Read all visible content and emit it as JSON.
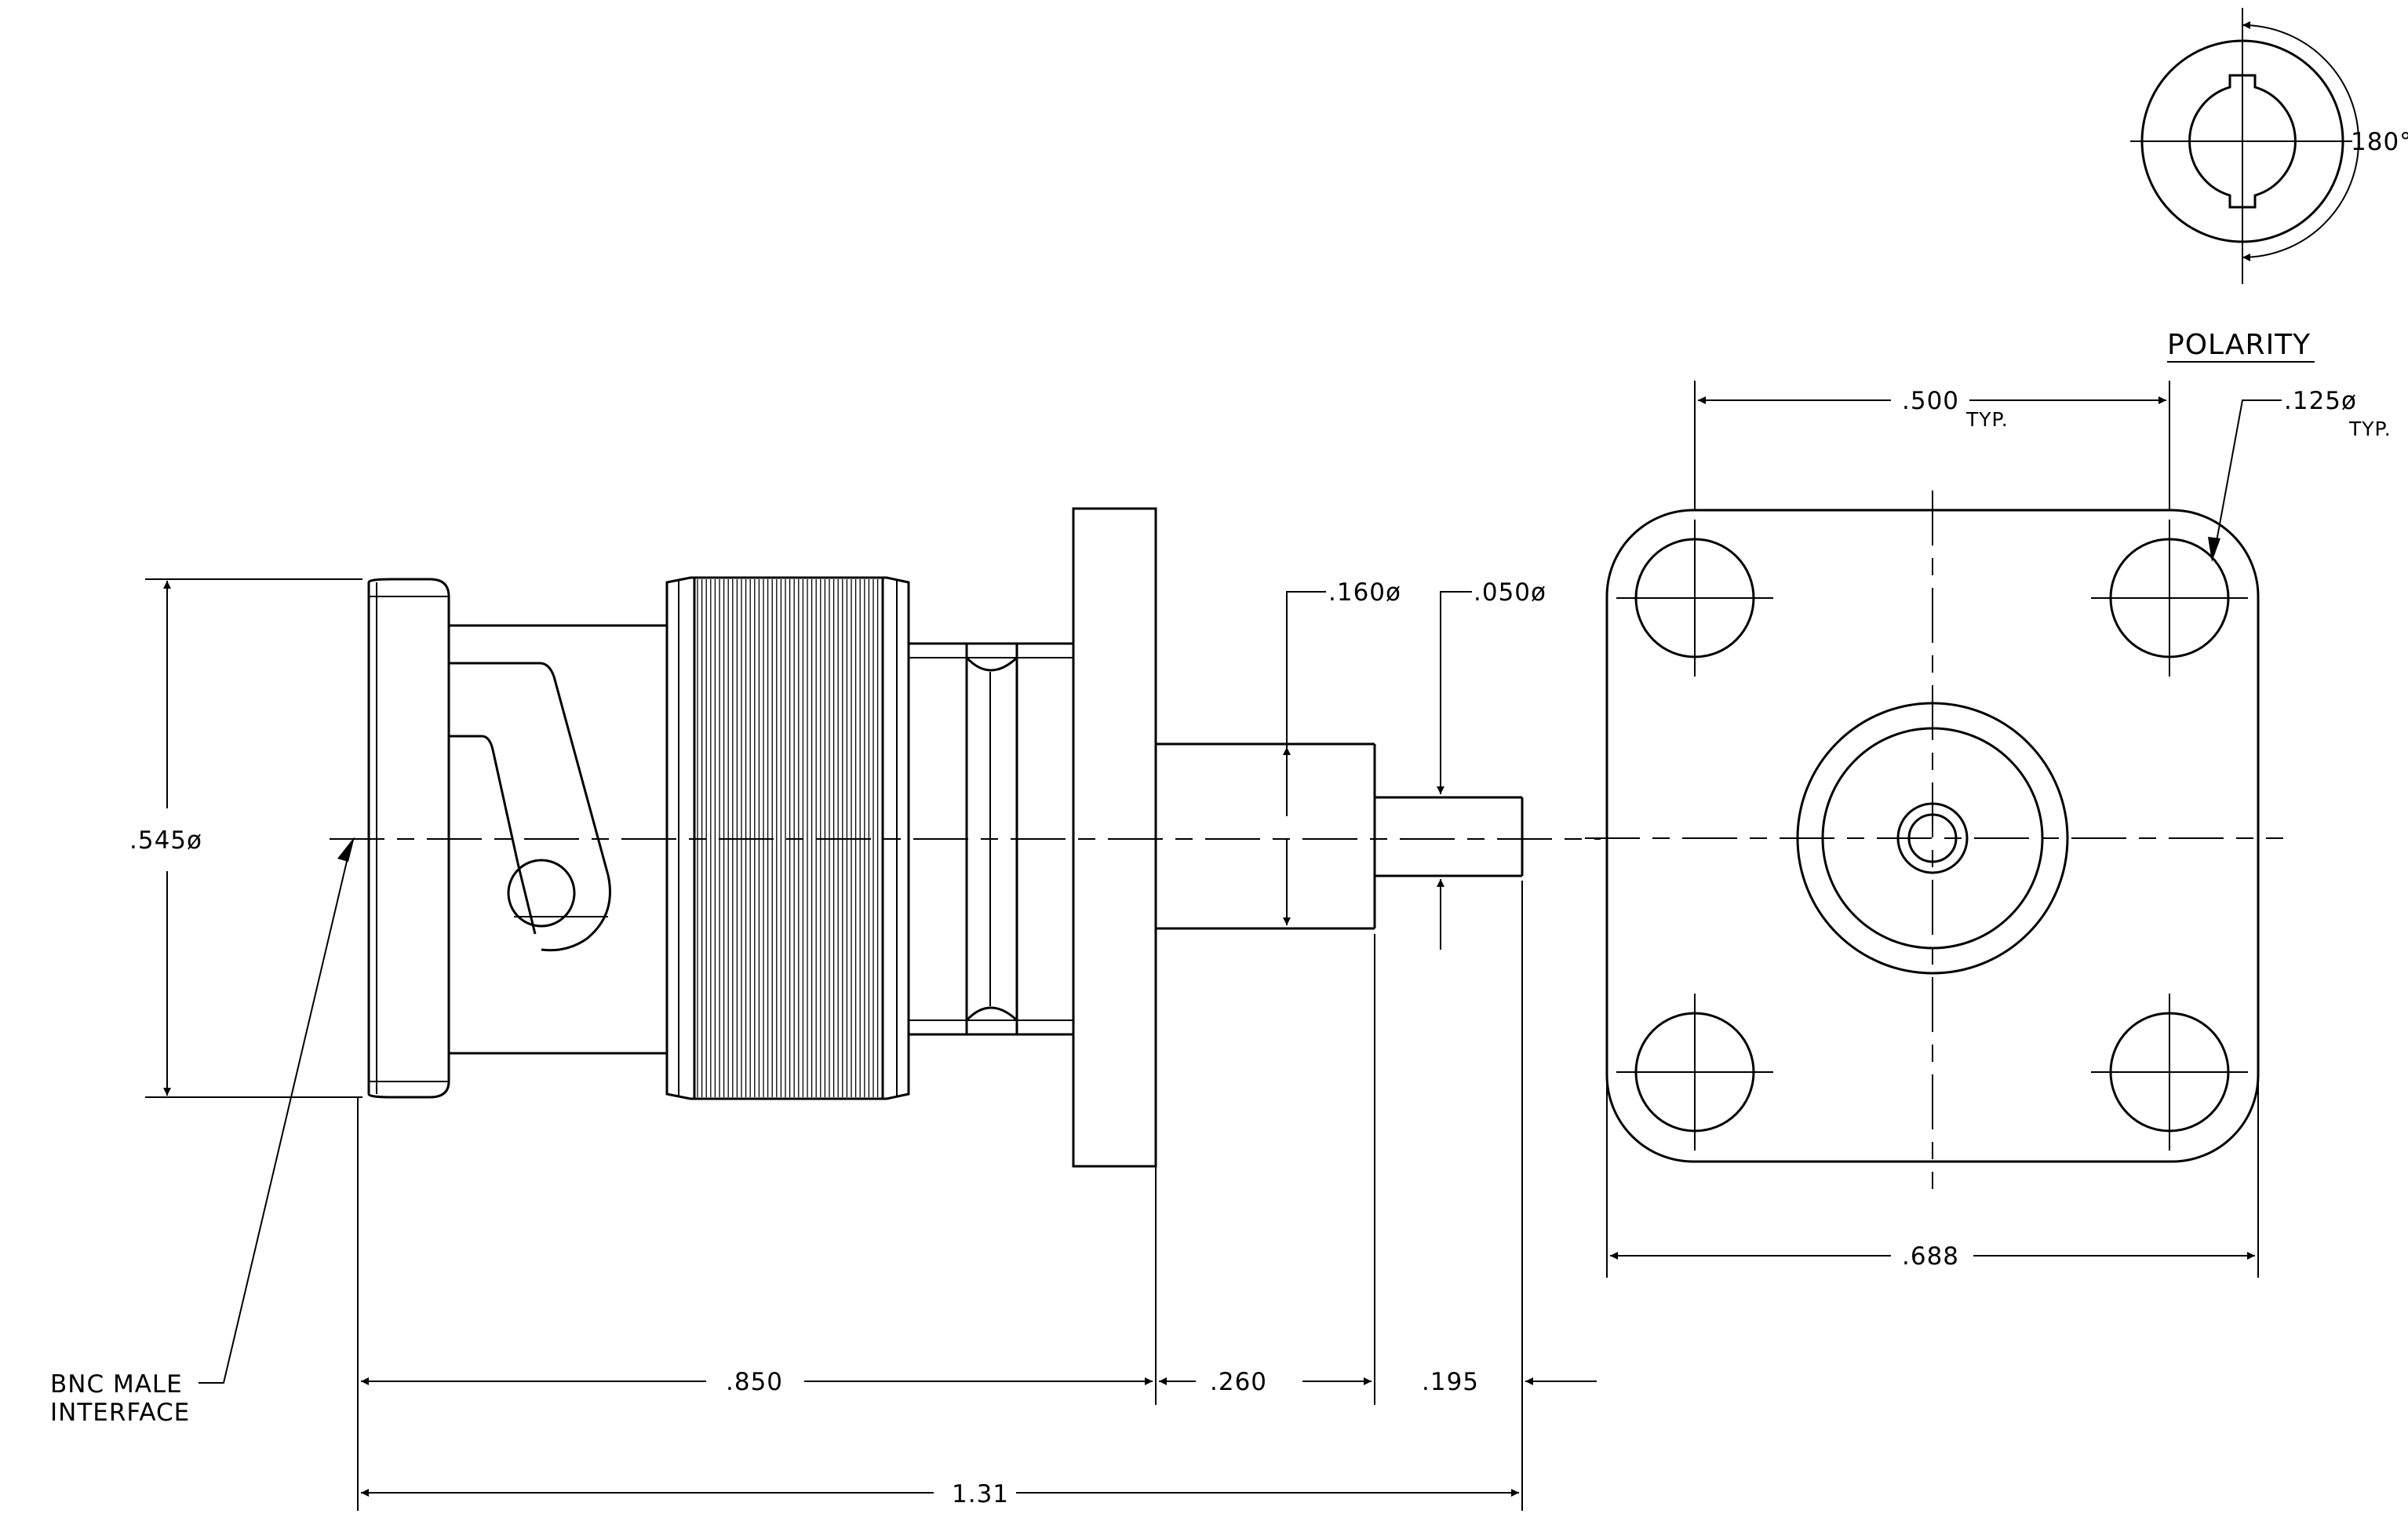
{
  "dimensions": {
    "body_diameter": ".545ø",
    "flange_length": ".850",
    "shoulder_length": ".260",
    "pin_length": ".195",
    "overall_length": "1.31",
    "shoulder_diameter": ".160ø",
    "pin_diameter": ".050ø",
    "hole_spacing": ".500",
    "hole_spacing_note": "TYP.",
    "hole_diameter": ".125ø",
    "hole_diameter_note": "TYP.",
    "flange_width": ".688",
    "polarity_angle": "180°"
  },
  "labels": {
    "interface_line1": "BNC MALE",
    "interface_line2": "INTERFACE",
    "polarity_title": "POLARITY"
  },
  "icons": {
    "arrowheads": "filled-triangle"
  }
}
